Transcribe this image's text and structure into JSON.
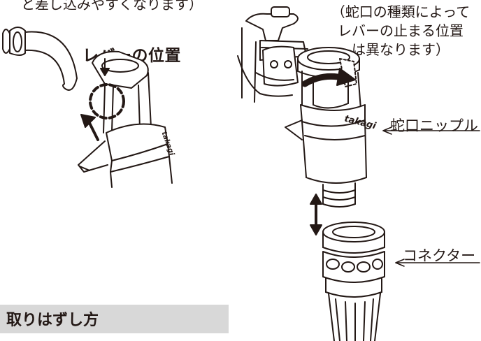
{
  "caption_top": "と差し込みやすくなります）",
  "lever_position_label": "レバーの位置",
  "note_lines": [
    "（蛇口の種類によって",
    "レバーの止まる位置",
    "は異なります）"
  ],
  "faucet_nipple_label": "蛇口ニップル",
  "connector_label": "コネクター",
  "remove_section_title": "取りはずし方",
  "brand_text": "takagi",
  "colors": {
    "line": "#231815",
    "section_band": "#d8d8d8",
    "background": "#ffffff"
  }
}
